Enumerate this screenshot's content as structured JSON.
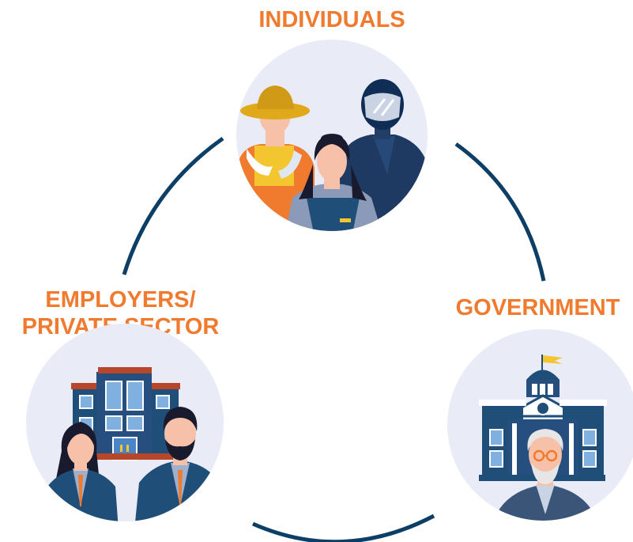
{
  "nodes": {
    "individuals": {
      "label": "INDIVIDUALS"
    },
    "employers": {
      "label_line1": "EMPLOYERS/",
      "label_line2": "PRIVATE SECTOR"
    },
    "government": {
      "label": "GOVERNMENT"
    }
  },
  "colors": {
    "label": "#f07a2e",
    "arc": "#0d3f66",
    "circle_bg": "#e9ecf7",
    "navy": "#1f4e79",
    "skin": "#f6c1a8"
  }
}
